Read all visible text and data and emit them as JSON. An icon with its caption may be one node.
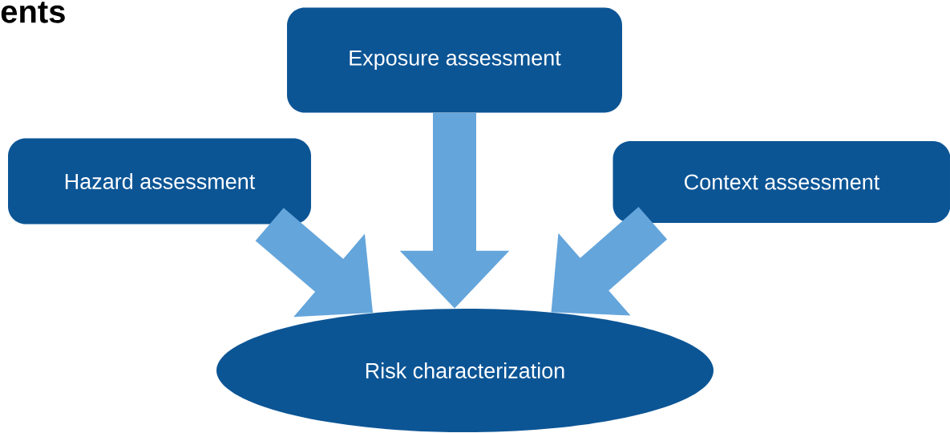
{
  "diagram": {
    "title": "ents",
    "nodes": [
      {
        "text": [
          "Exposure assessment"
        ]
      },
      {
        "text": [
          "Hazard assessment"
        ]
      },
      {
        "text": [
          "Context assessment"
        ]
      },
      {
        "text": [
          "Risk characterization"
        ]
      }
    ],
    "edges": [
      {
        "from": 1,
        "to": 3,
        "arrow": "to"
      },
      {
        "from": 0,
        "to": 3,
        "arrow": "to"
      },
      {
        "from": 2,
        "to": 3,
        "arrow": "to"
      }
    ]
  }
}
